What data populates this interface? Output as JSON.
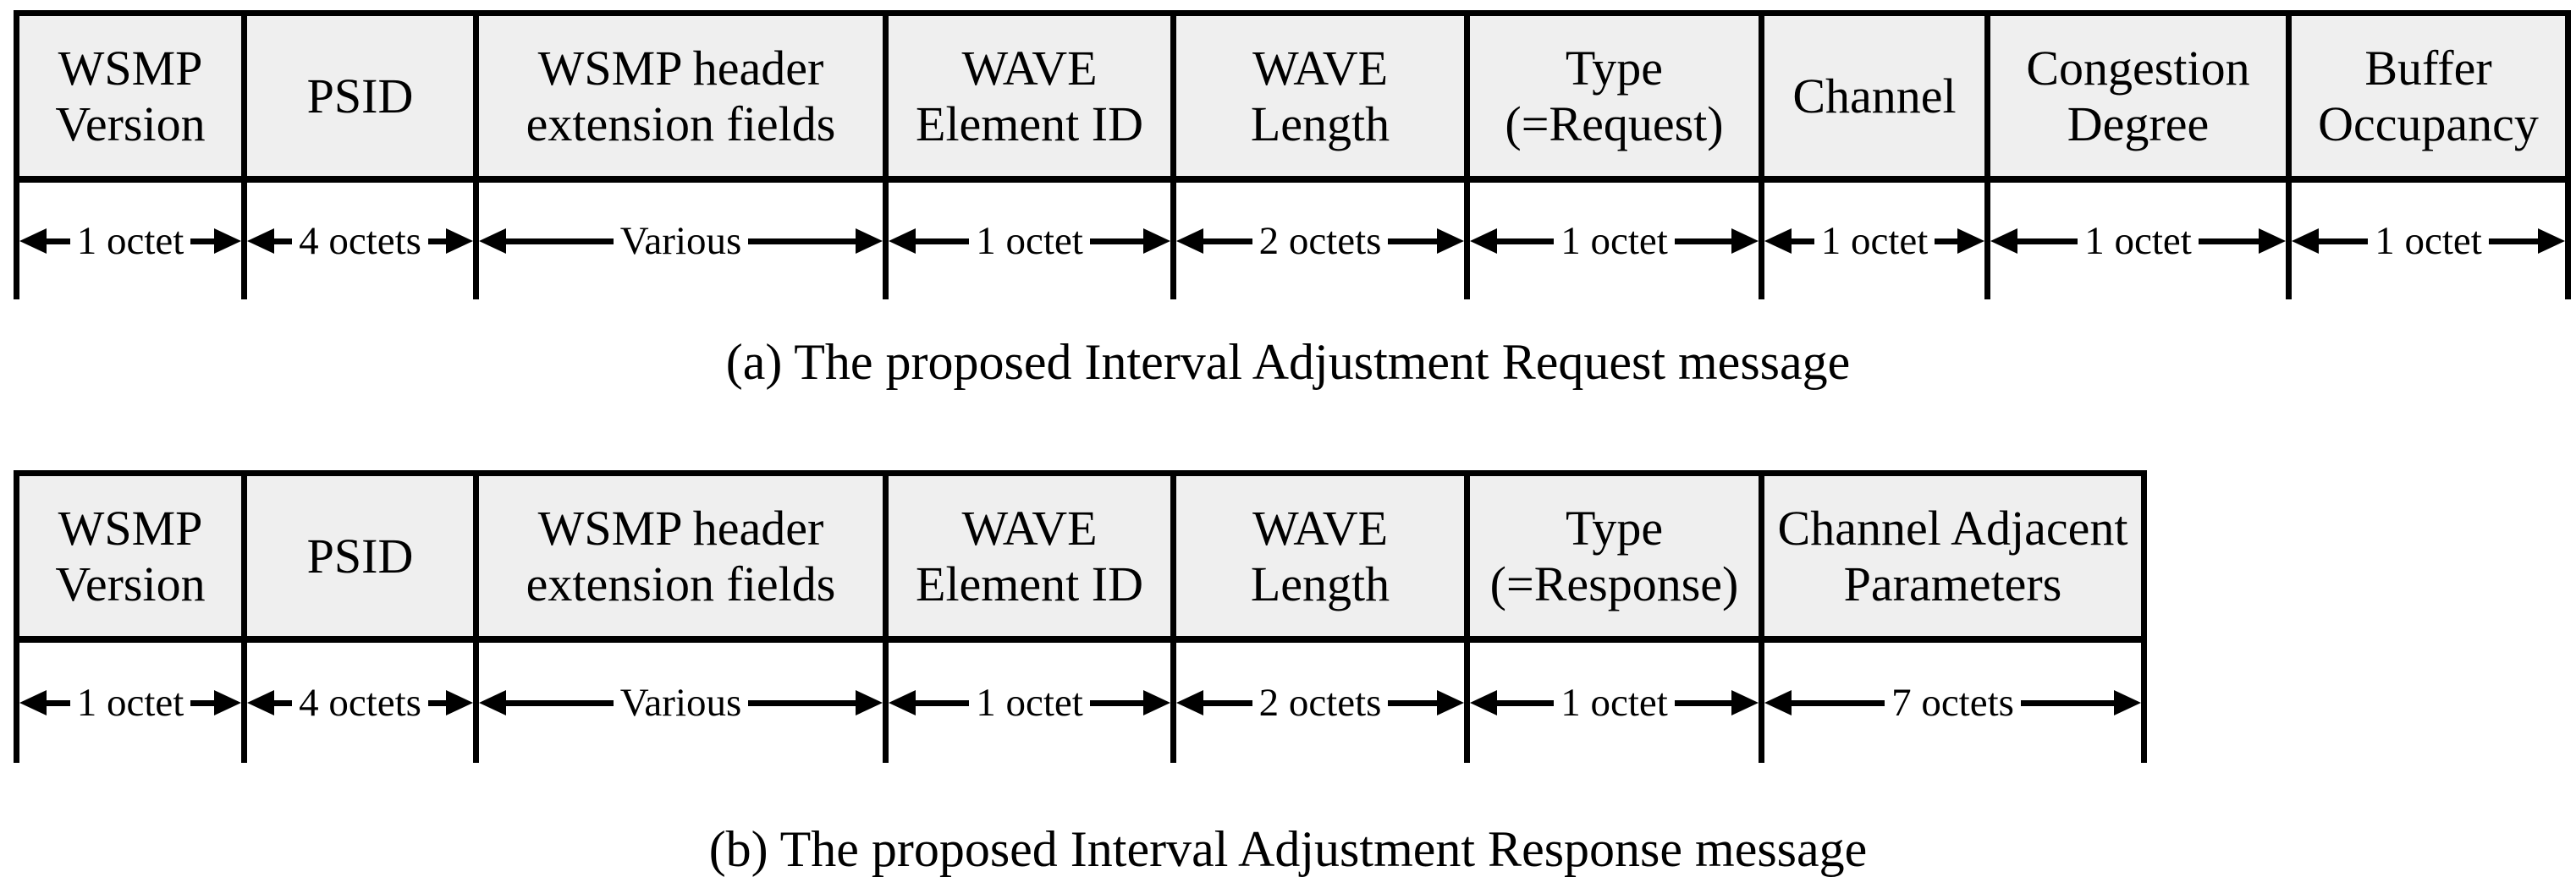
{
  "figure": {
    "colors": {
      "page_bg": "#ffffff",
      "cell_fill": "#efefef",
      "line": "#000000"
    },
    "diagrams": [
      {
        "caption": "(a) The proposed Interval Adjustment Request message",
        "fields": [
          {
            "name": "WSMP\nVersion",
            "size": "1 octet"
          },
          {
            "name": "PSID",
            "size": "4 octets"
          },
          {
            "name": "WSMP header\nextension fields",
            "size": "Various"
          },
          {
            "name": "WAVE\nElement ID",
            "size": "1 octet"
          },
          {
            "name": "WAVE\nLength",
            "size": "2 octets"
          },
          {
            "name": "Type\n(=Request)",
            "size": "1 octet"
          },
          {
            "name": "Channel",
            "size": "1 octet"
          },
          {
            "name": "Congestion\nDegree",
            "size": "1 octet"
          },
          {
            "name": "Buffer\nOccupancy",
            "size": "1 octet"
          }
        ]
      },
      {
        "caption": "(b) The proposed Interval Adjustment Response message",
        "fields": [
          {
            "name": "WSMP\nVersion",
            "size": "1 octet"
          },
          {
            "name": "PSID",
            "size": "4 octets"
          },
          {
            "name": "WSMP header\nextension fields",
            "size": "Various"
          },
          {
            "name": "WAVE\nElement ID",
            "size": "1 octet"
          },
          {
            "name": "WAVE\nLength",
            "size": "2 octets"
          },
          {
            "name": "Type\n(=Response)",
            "size": "1 octet"
          },
          {
            "name": "Channel Adjacent\nParameters",
            "size": "7 octets"
          }
        ]
      }
    ]
  }
}
